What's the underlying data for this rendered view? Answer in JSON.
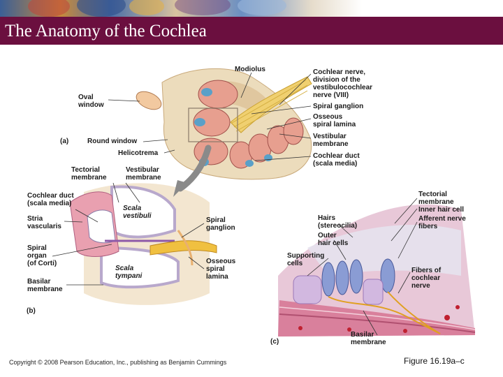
{
  "slide": {
    "title": "The Anatomy of the Cochlea"
  },
  "panel_a": {
    "tag": "(a)",
    "modiolus": "Modiolus",
    "oval_window": "Oval\nwindow",
    "round_window": "Round window",
    "helicotrema": "Helicotrema",
    "cochlear_nerve": "Cochlear nerve,\ndivision of the\nvestibulocochlear\nnerve (VIII)",
    "spiral_ganglion": "Spiral ganglion",
    "osseous_spiral_lamina": "Osseous\nspiral lamina",
    "vestibular_membrane": "Vestibular\nmembrane",
    "cochlear_duct": "Cochlear duct\n(scala media)"
  },
  "panel_b": {
    "tag": "(b)",
    "tectorial_membrane": "Tectorial\nmembrane",
    "vestibular_membrane": "Vestibular\nmembrane",
    "cochlear_duct": "Cochlear duct\n(scala media)",
    "stria_vascularis": "Stria\nvascularis",
    "spiral_organ": "Spiral\norgan\n(of Corti)",
    "basilar_membrane": "Basilar\nmembrane",
    "scala_vestibuli": "Scala\nvestibuli",
    "scala_tympani": "Scala\ntympani",
    "spiral_ganglion": "Spiral\nganglion",
    "osseous_spiral_lamina": "Osseous\nspiral\nlamina"
  },
  "panel_c": {
    "tag": "(c)",
    "tectorial_membrane": "Tectorial\nmembrane",
    "inner_hair_cell": "Inner hair cell",
    "afferent_nerve_fibers": "Afferent nerve\nfibers",
    "hairs": "Hairs\n(stereocilia)",
    "outer_hair_cells": "Outer\nhair cells",
    "supporting_cells": "Supporting\ncells",
    "fibers_of_cochlear_nerve": "Fibers of\ncochlear\nnerve",
    "basilar_membrane": "Basilar\nmembrane"
  },
  "footer": {
    "copyright": "Copyright © 2008 Pearson Education, Inc., publishing as Benjamin Cummings",
    "figure": "Figure 16.19a–c"
  },
  "colors": {
    "title_bar": "#6b0f3f",
    "bone": "#e9d8b8",
    "duct_blue": "#5aa0c8",
    "tissue_pink": "#e8a0a8",
    "nerve_yellow": "#e8c040"
  }
}
